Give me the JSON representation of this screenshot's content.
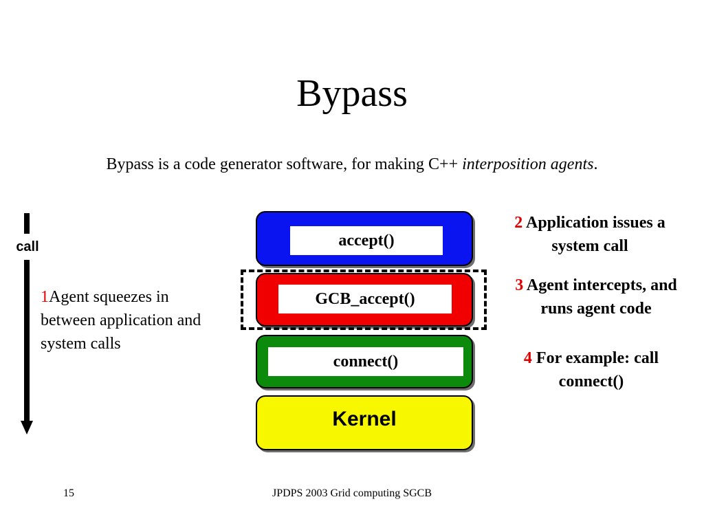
{
  "title": "Bypass",
  "subtitle": {
    "prefix": "Bypass is a code generator software, for making C++ ",
    "italic": "interposition agents",
    "suffix": "."
  },
  "call_arrow": {
    "label": "call"
  },
  "left_note": {
    "number": "1",
    "text": "Agent squeezes in between application and system calls"
  },
  "stack": {
    "layers": [
      {
        "label": "accept()",
        "color": "#0a14f0"
      },
      {
        "label": "GCB_accept()",
        "color": "#f00000"
      },
      {
        "label": "connect()",
        "color": "#0b8a0b"
      },
      {
        "label": "Kernel",
        "color": "#f7f700"
      }
    ]
  },
  "right_notes": [
    {
      "number": "2",
      "text": "Application issues a system call"
    },
    {
      "number": "3",
      "text": "Agent intercepts, and runs agent code"
    },
    {
      "number": "4",
      "text": "For example: call connect()"
    }
  ],
  "footer": {
    "page_number": "15",
    "text": "JPDPS 2003 Grid computing SGCB"
  },
  "colors": {
    "highlight_number": "#e00000"
  }
}
